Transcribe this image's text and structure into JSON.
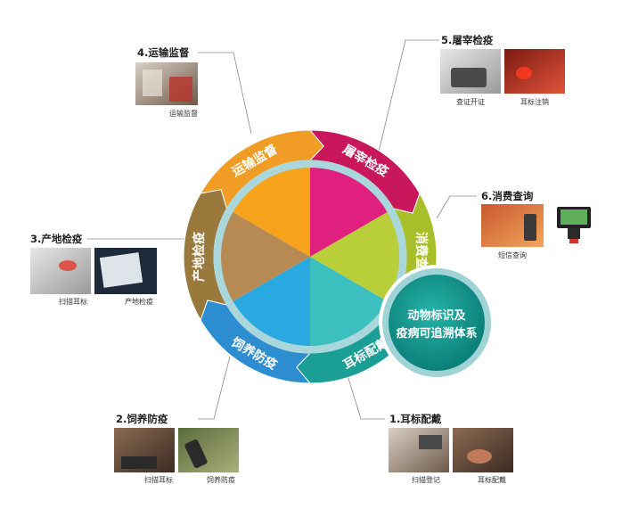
{
  "center": {
    "line1": "动物标识及",
    "line2": "疫病可追溯体系"
  },
  "ring_segments": [
    {
      "id": "transport",
      "label": "运输监督",
      "color": "#f19d25"
    },
    {
      "id": "slaughter",
      "label": "屠宰检疫",
      "color": "#c8175b"
    },
    {
      "id": "consume",
      "label": "消费查询",
      "color": "#a8bf2b"
    },
    {
      "id": "eartag",
      "label": "耳标配戴",
      "color": "#1a9e96"
    },
    {
      "id": "feeding",
      "label": "饲养防疫",
      "color": "#2c8ed0"
    },
    {
      "id": "origin",
      "label": "产地检疫",
      "color": "#9a7a3c"
    }
  ],
  "steps": {
    "s1": {
      "title": "1.耳标配戴",
      "captions": [
        "扫描登记",
        "耳标配戴"
      ]
    },
    "s2": {
      "title": "2.饲养防疫",
      "captions": [
        "扫描耳标",
        "饲养防疫"
      ]
    },
    "s3": {
      "title": "3.产地检疫",
      "captions": [
        "扫描耳标",
        "产地检疫"
      ]
    },
    "s4": {
      "title": "4.运输监督",
      "captions": [
        "运输监督"
      ]
    },
    "s5": {
      "title": "5.屠宰检疫",
      "captions": [
        "查证开证",
        "耳标注销"
      ]
    },
    "s6": {
      "title": "6.消费查询",
      "captions": [
        "短信查询"
      ]
    }
  },
  "pie_colors": [
    "#f7a21b",
    "#e0207f",
    "#b9cf3a",
    "#3dbfbf",
    "#2aa9e0",
    "#b68a52"
  ]
}
